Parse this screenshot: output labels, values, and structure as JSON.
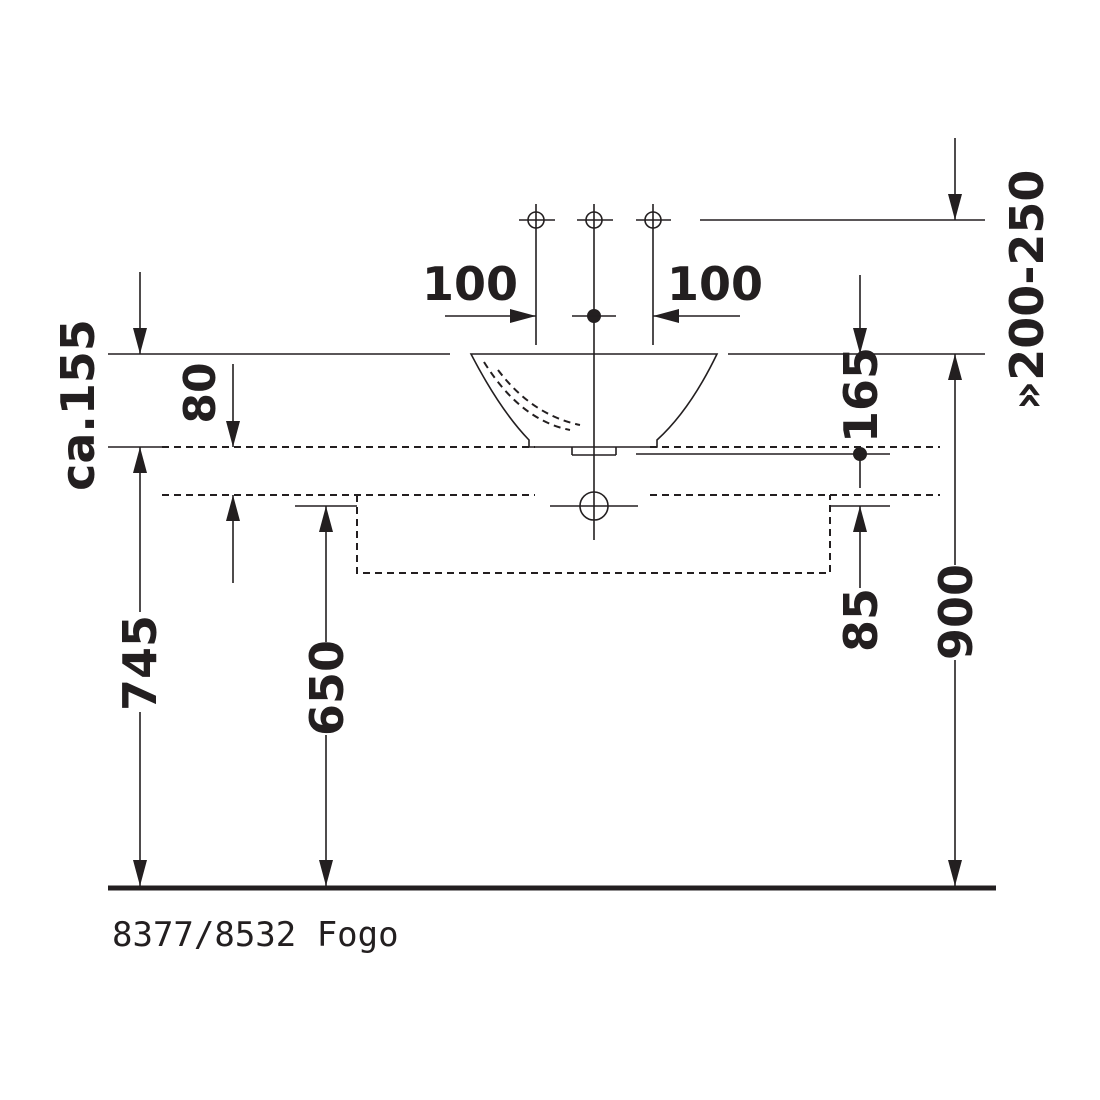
{
  "dimensions": {
    "tap_spacing_left": "100",
    "tap_spacing_right": "100",
    "tap_height": "»200-250",
    "basin_height": "ca.155",
    "rim_height_left": "80",
    "drain_offset": "165",
    "drain_height": "85",
    "counter_height": "745",
    "cabinet_height": "650",
    "rim_height": "900"
  },
  "caption": "8377/8532 Fogo"
}
